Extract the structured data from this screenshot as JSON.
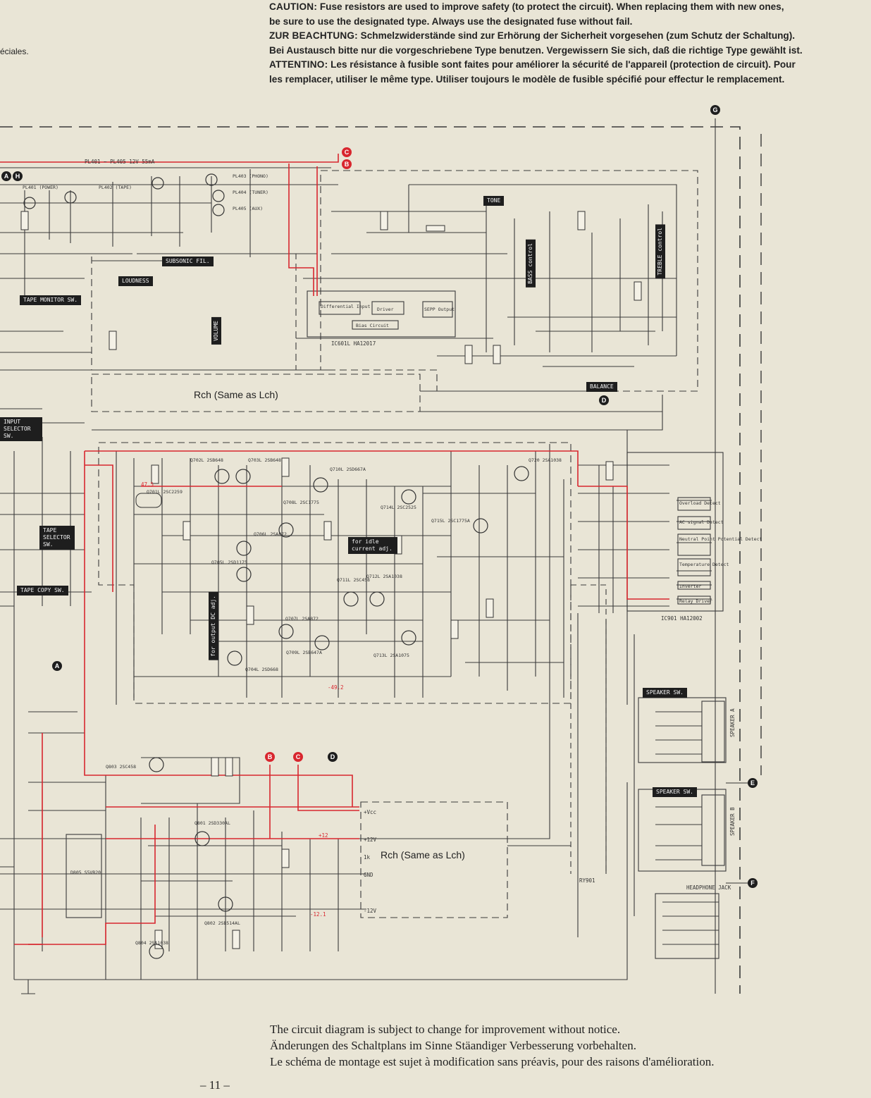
{
  "caution": {
    "en_kw": "CAUTION:",
    "en_1": "Fuse resistors are used to improve safety (to protect the circuit). When replacing them with new ones,",
    "en_2": "be sure to use the designated type. Always use the designated fuse without fail.",
    "de_kw": "ZUR BEACHTUNG:",
    "de_1": "Schmelzwiderstände sind zur Erhörung der Sicherheit vorgesehen (zum Schutz der Schaltung).",
    "de_2": "Bei Austausch bitte nur die vorgeschriebene Type benutzen.  Vergewissern Sie sich, daß die richtige Type gewählt ist.",
    "fr_kw": "ATTENTINO:",
    "fr_1": "Les résistance à fusible sont faites pour améliorer la sécurité de l'appareil (protection de circuit). Pour",
    "fr_2": "les remplacer, utiliser le même type. Utiliser toujours le modèle de fusible spécifié pour effectur le remplacement."
  },
  "left_fragment": "éciales.",
  "labels": {
    "tape_monitor": "TAPE MONITOR SW.",
    "loudness": "LOUDNESS",
    "subsonic": "SUBSONIC FIL.",
    "volume": "VOLUME",
    "tone": "TONE",
    "bass": "BASS control",
    "treble": "TREBLE control",
    "balance": "BALANCE",
    "input_selector": "INPUT SELECTOR SW.",
    "tape_selector": "TAPE SELECTOR SW.",
    "tape_copy": "TAPE COPY SW.",
    "speaker_a_sw": "SPEAKER SW.",
    "speaker_b_sw": "SPEAKER SW.",
    "idle_adj": "for idle current adj.",
    "dc_adj": "for output DC adj.",
    "ic601": "IC601L HA12017",
    "ic901": "IC901 HA12002",
    "rch_top": "Rch (Same as Lch)",
    "rch_bottom": "Rch (Same as Lch)",
    "headphone": "HEADPHONE JACK",
    "speaker_a": "SPEAKER A",
    "speaker_b": "SPEAKER B",
    "ry901": "RY901",
    "d805": "D805 S5VB20",
    "diff_input": "Differential Input",
    "driver": "Driver",
    "serv_output": "SEPP Output",
    "bias_circuit": "Bias Circuit",
    "overload": "Overload Detect",
    "ac_signal": "AC signal Detect",
    "neutral": "Neutral Point Potential Detect",
    "temperature": "Temperature Detect",
    "inverter": "Inverter",
    "relay_driver": "Relay Driver",
    "pl401": "PL401 (POWER)",
    "pl402": "PL402 (TAPE)",
    "pl403": "PL403 (PHONO)",
    "pl404": "PL404 (TUNER)",
    "pl405": "PL405 (AUX)",
    "pl_bus": "PL401 ~ PL405 12V 55mA",
    "q701": "Q701L 2SC2259",
    "q702": "Q702L 2SB648",
    "q703": "Q703L 2SB648",
    "q704": "Q704L 2SD668",
    "q705": "Q705L 2SD1175",
    "q706": "Q706L 2SA872",
    "q707": "Q707L 2SA872",
    "q708": "Q708L 2SC1775",
    "q709": "Q709L 2SB647A",
    "q710": "Q710L 2SD667A",
    "q711": "Q711L 2SC458",
    "q712": "Q712L 2SA1038",
    "q713": "Q713L 2SA1075",
    "q714": "Q714L 2SC2525",
    "q715": "Q715L 2SC1775A",
    "q720": "Q720 2SA1038",
    "q801": "Q801 2SD330AL",
    "q802": "Q802 2SB514AL",
    "q803": "Q803 2SC458",
    "q804": "Q804 2SA1038",
    "rail_vcc": "+Vcc",
    "rail_12": "+12V",
    "rail_1k": "1k",
    "rail_gnd": "GND",
    "rail_m12": "-12V",
    "tp_e12": "+12",
    "tp_m12": "-12.1",
    "tp_49": "-49.2",
    "tp_475": "47.5"
  },
  "connectors": [
    "A",
    "H",
    "C",
    "B",
    "G",
    "D",
    "A",
    "B",
    "C",
    "D",
    "E",
    "F"
  ],
  "notice": {
    "line1": "The circuit diagram is subject to change for improvement without notice.",
    "line2": "Änderungen des Schaltplans im Sinne Stäandiger Verbesserung vorbehalten.",
    "line3": "Le schéma de montage est sujet à modification sans préavis, pour des raisons d'amélioration."
  },
  "page_number": "– 11 –",
  "colors": {
    "paper": "#e9e5d6",
    "ink": "#333333",
    "red": "#d8262e",
    "label_bg": "#1e1e1e"
  }
}
